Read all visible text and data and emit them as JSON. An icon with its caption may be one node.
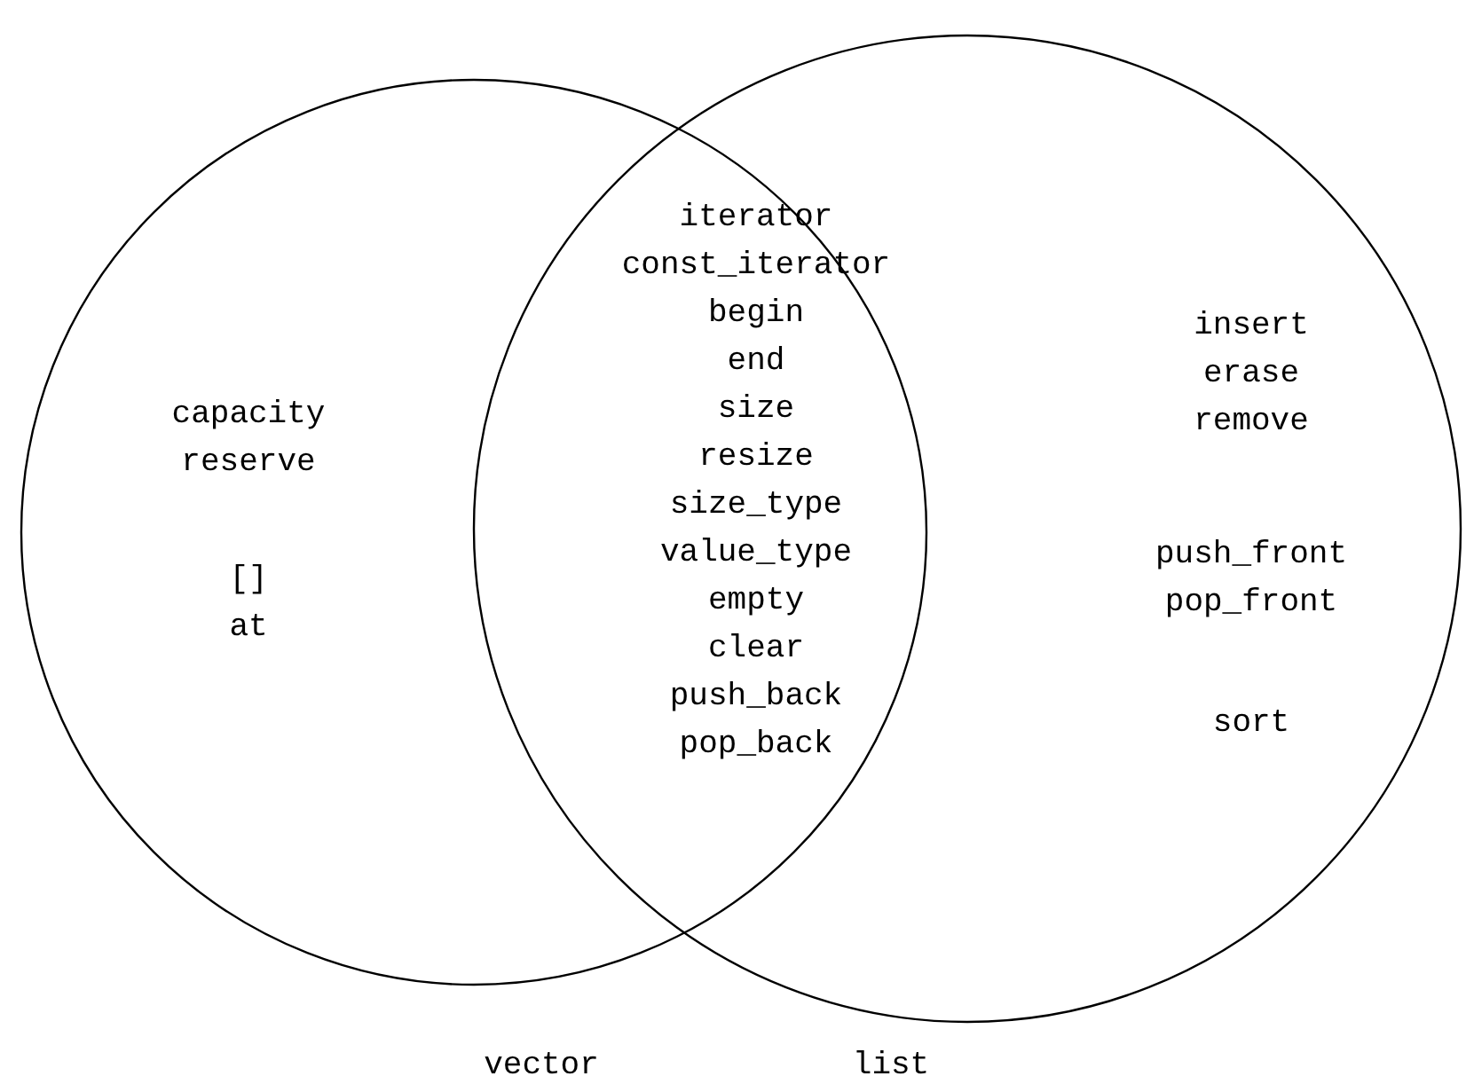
{
  "diagram": {
    "nodes": [
      {
        "text": [
          "capacity reserve",
          "[] at"
        ]
      },
      {
        "text": [
          "insert erase remove",
          "push_front pop_front",
          "sort"
        ]
      }
    ],
    "labels": [
      "iterator const_iterator begin end size resize size_type value_type empty clear push_back pop_back",
      "vector",
      "list"
    ]
  }
}
